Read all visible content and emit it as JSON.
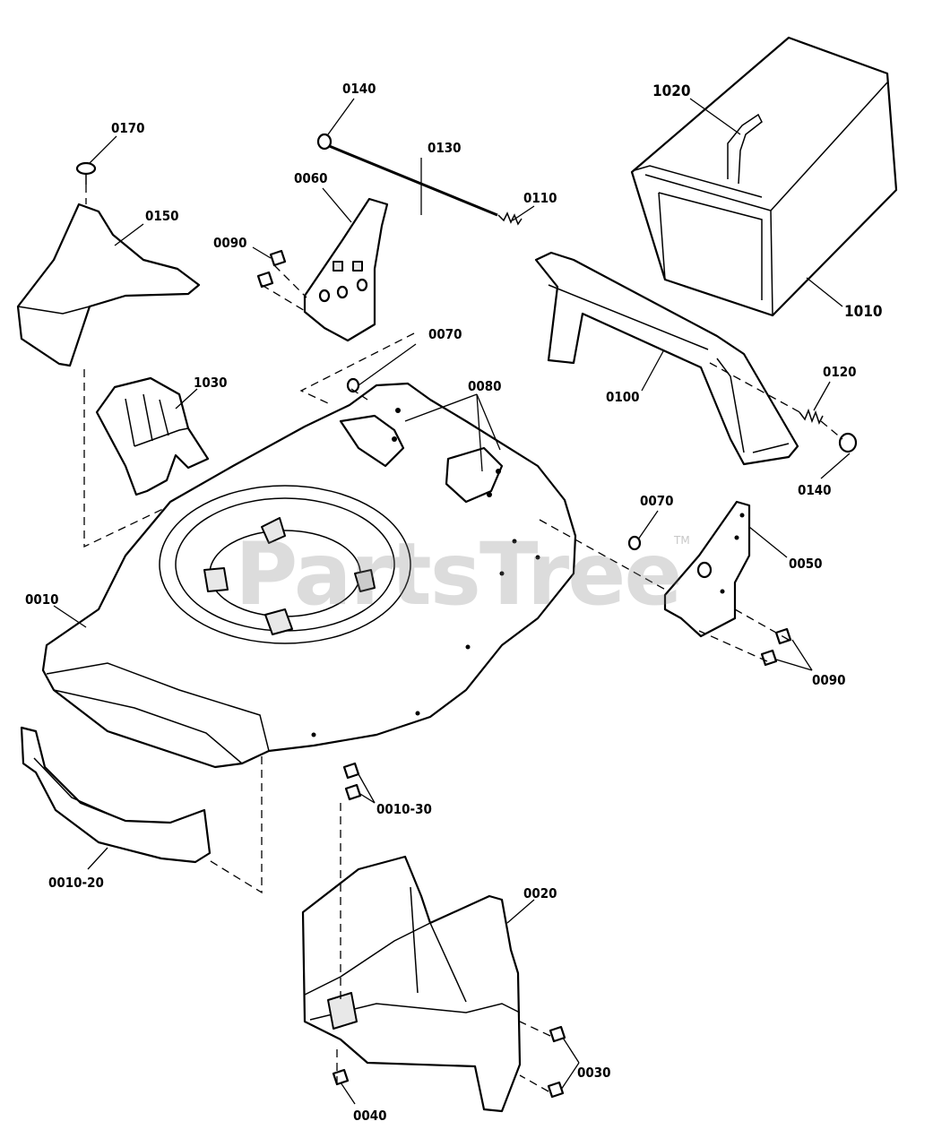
{
  "watermark": {
    "text": "PartsTree",
    "trademark": "TM"
  },
  "callouts": {
    "c0140a": "0140",
    "c0170": "0170",
    "c0130": "0130",
    "c1020": "1020",
    "c0150": "0150",
    "c0060": "0060",
    "c0110": "0110",
    "c0090a": "0090",
    "c1010": "1010",
    "c0070a": "0070",
    "c1030": "1030",
    "c0080": "0080",
    "c0120": "0120",
    "c0100": "0100",
    "c0140b": "0140",
    "c0070b": "0070",
    "c0050": "0050",
    "c0010": "0010",
    "c0090b": "0090",
    "c0010_30": "0010-30",
    "c0010_20": "0010-20",
    "c0020": "0020",
    "c0030": "0030",
    "c0040": "0040"
  }
}
